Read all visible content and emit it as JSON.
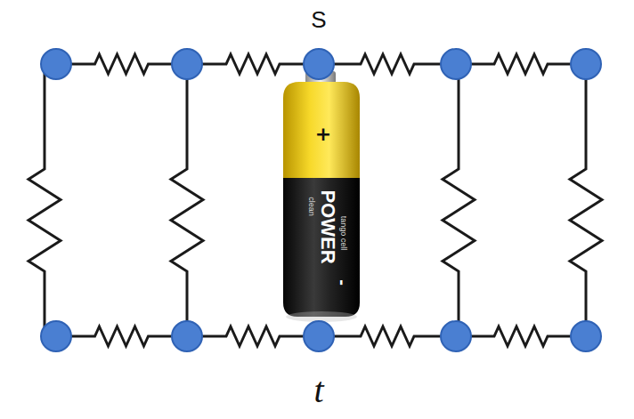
{
  "diagram": {
    "labels": [
      "S",
      "t",
      "+",
      "clean",
      "POWER",
      "tango cell",
      "-"
    ]
  }
}
